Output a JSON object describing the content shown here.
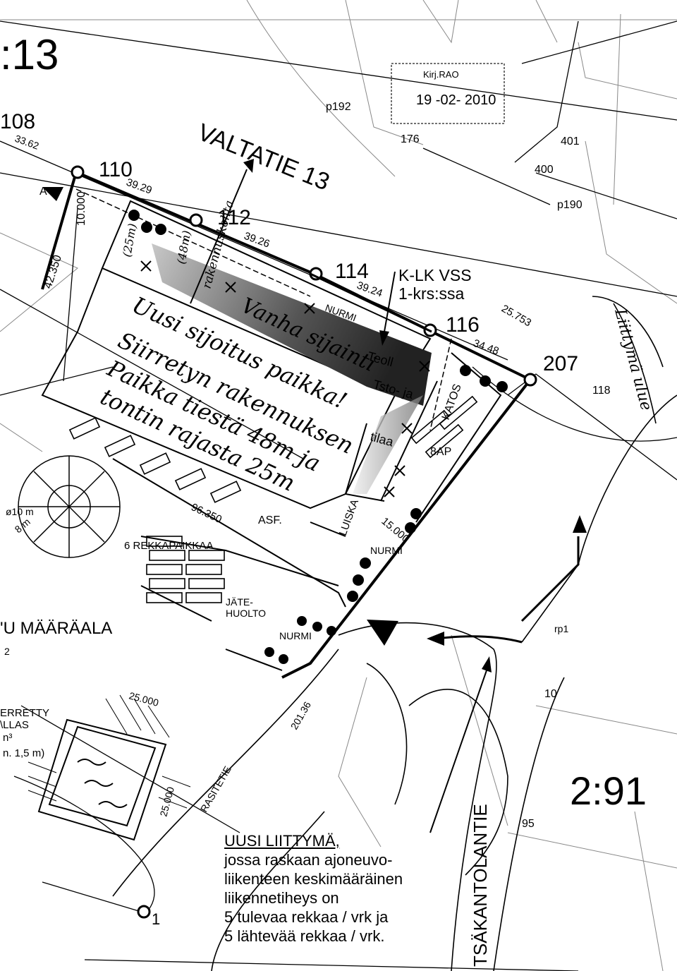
{
  "map_labels": {
    "road_number_top": ":13",
    "valtatie": "VALTATIE 13",
    "survey_point": "p192",
    "parcel_176": "176",
    "parcel_401": "401",
    "parcel_400": "400",
    "p190": "p190",
    "parcel_108": "108",
    "val_3362": "33.62",
    "parcel_110": "110",
    "val_3929": "39.29",
    "label_a": "A",
    "val_10000": "10.000",
    "parcel_112": "112",
    "val_3926": "39.26",
    "parcel_114": "114",
    "val_3924": "39.24",
    "val_42350": "42.350",
    "klk_vss": "K-LK VSS",
    "krs": "1-krs:ssa",
    "parcel_116": "116",
    "val_25753": "25.753",
    "val_3448": "34.48",
    "parcel_207": "207",
    "parcel_118": "118",
    "nurmi_1": "NURMI",
    "nurmi_2": "NURMI",
    "nurmi_3": "NURMI",
    "katos": "KATOS",
    "ap8": "8AP",
    "asf": "ASF.",
    "val_96350": "96.350",
    "luiska": "LUISKA",
    "val_15000": "15.000",
    "rekka": "6 REKKAPAIKKAA",
    "jate": "JÄTE-\nHUOLTO",
    "maaraala": "'U MÄÄRÄALA",
    "num_2": "2",
    "errettty": "ERRETTY",
    "llas": "\\LLAS",
    "m3": "n³",
    "m15": "n. 1,5 m)",
    "val_25000a": "25.000",
    "val_25000b": "25.000",
    "val_20136": "201.36",
    "rasitetie": "RASITETIE",
    "rp1": "rp1",
    "parcel_10": "10",
    "big_291": "2:91",
    "parcel_95": "95",
    "point_1": "1",
    "phi10": "ø10 m",
    "phi8": "8 m",
    "kantolantie": "TSÄKANTOLANTIE",
    "tsto": "Tsto- ja",
    "tilaa": "tilaa",
    "teolli": "Teoll"
  },
  "stamp": {
    "line1": "Kirj.RAO",
    "line2": "19 -02- 2010"
  },
  "handwriting": {
    "lines": [
      "Uusi sijoitus paikka!",
      "Siirretyn rakennuksen",
      "Paikka tiestä 48m ja",
      "tontin rajasta 25m"
    ],
    "vanha": "Vanha sijainti",
    "dim48": "(48m)",
    "dim25": "(25m)",
    "rakennuskohta": "rakennuskohta",
    "liittyma": "Liittymä ulue"
  },
  "note": {
    "title": "UUSI LIITTYMÄ,",
    "lines": [
      "jossa raskaan ajoneuvo-",
      "liikenteen keskimääräinen",
      "liikennetiheys on",
      "5 tulevaa rekkaa / vrk ja",
      "5 lähtevää rekkaa / vrk."
    ]
  }
}
